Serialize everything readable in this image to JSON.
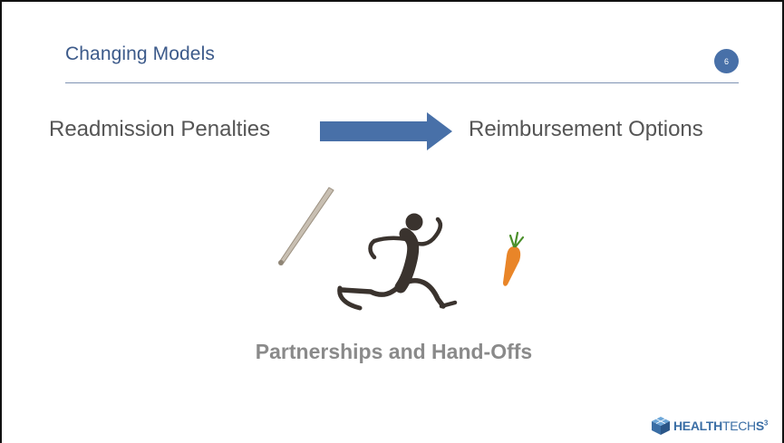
{
  "slide": {
    "title": "Changing Models",
    "page_number": "6",
    "left_phrase": "Readmission Penalties",
    "right_phrase": "Reimbursement Options",
    "caption": "Partnerships and Hand-Offs",
    "logo": {
      "bold": "HEALTH",
      "thin": "TECH",
      "brand_s": "S",
      "superscript": "3"
    }
  },
  "colors": {
    "title": "#3c5a8a",
    "arrow": "#4870a8",
    "badge": "#4870a8",
    "body_text": "#555555",
    "caption": "#8a8a8a"
  },
  "icons": [
    "right-arrow-icon",
    "baseball-bat-icon",
    "running-person-icon",
    "carrot-icon",
    "logo-cube-icon"
  ]
}
